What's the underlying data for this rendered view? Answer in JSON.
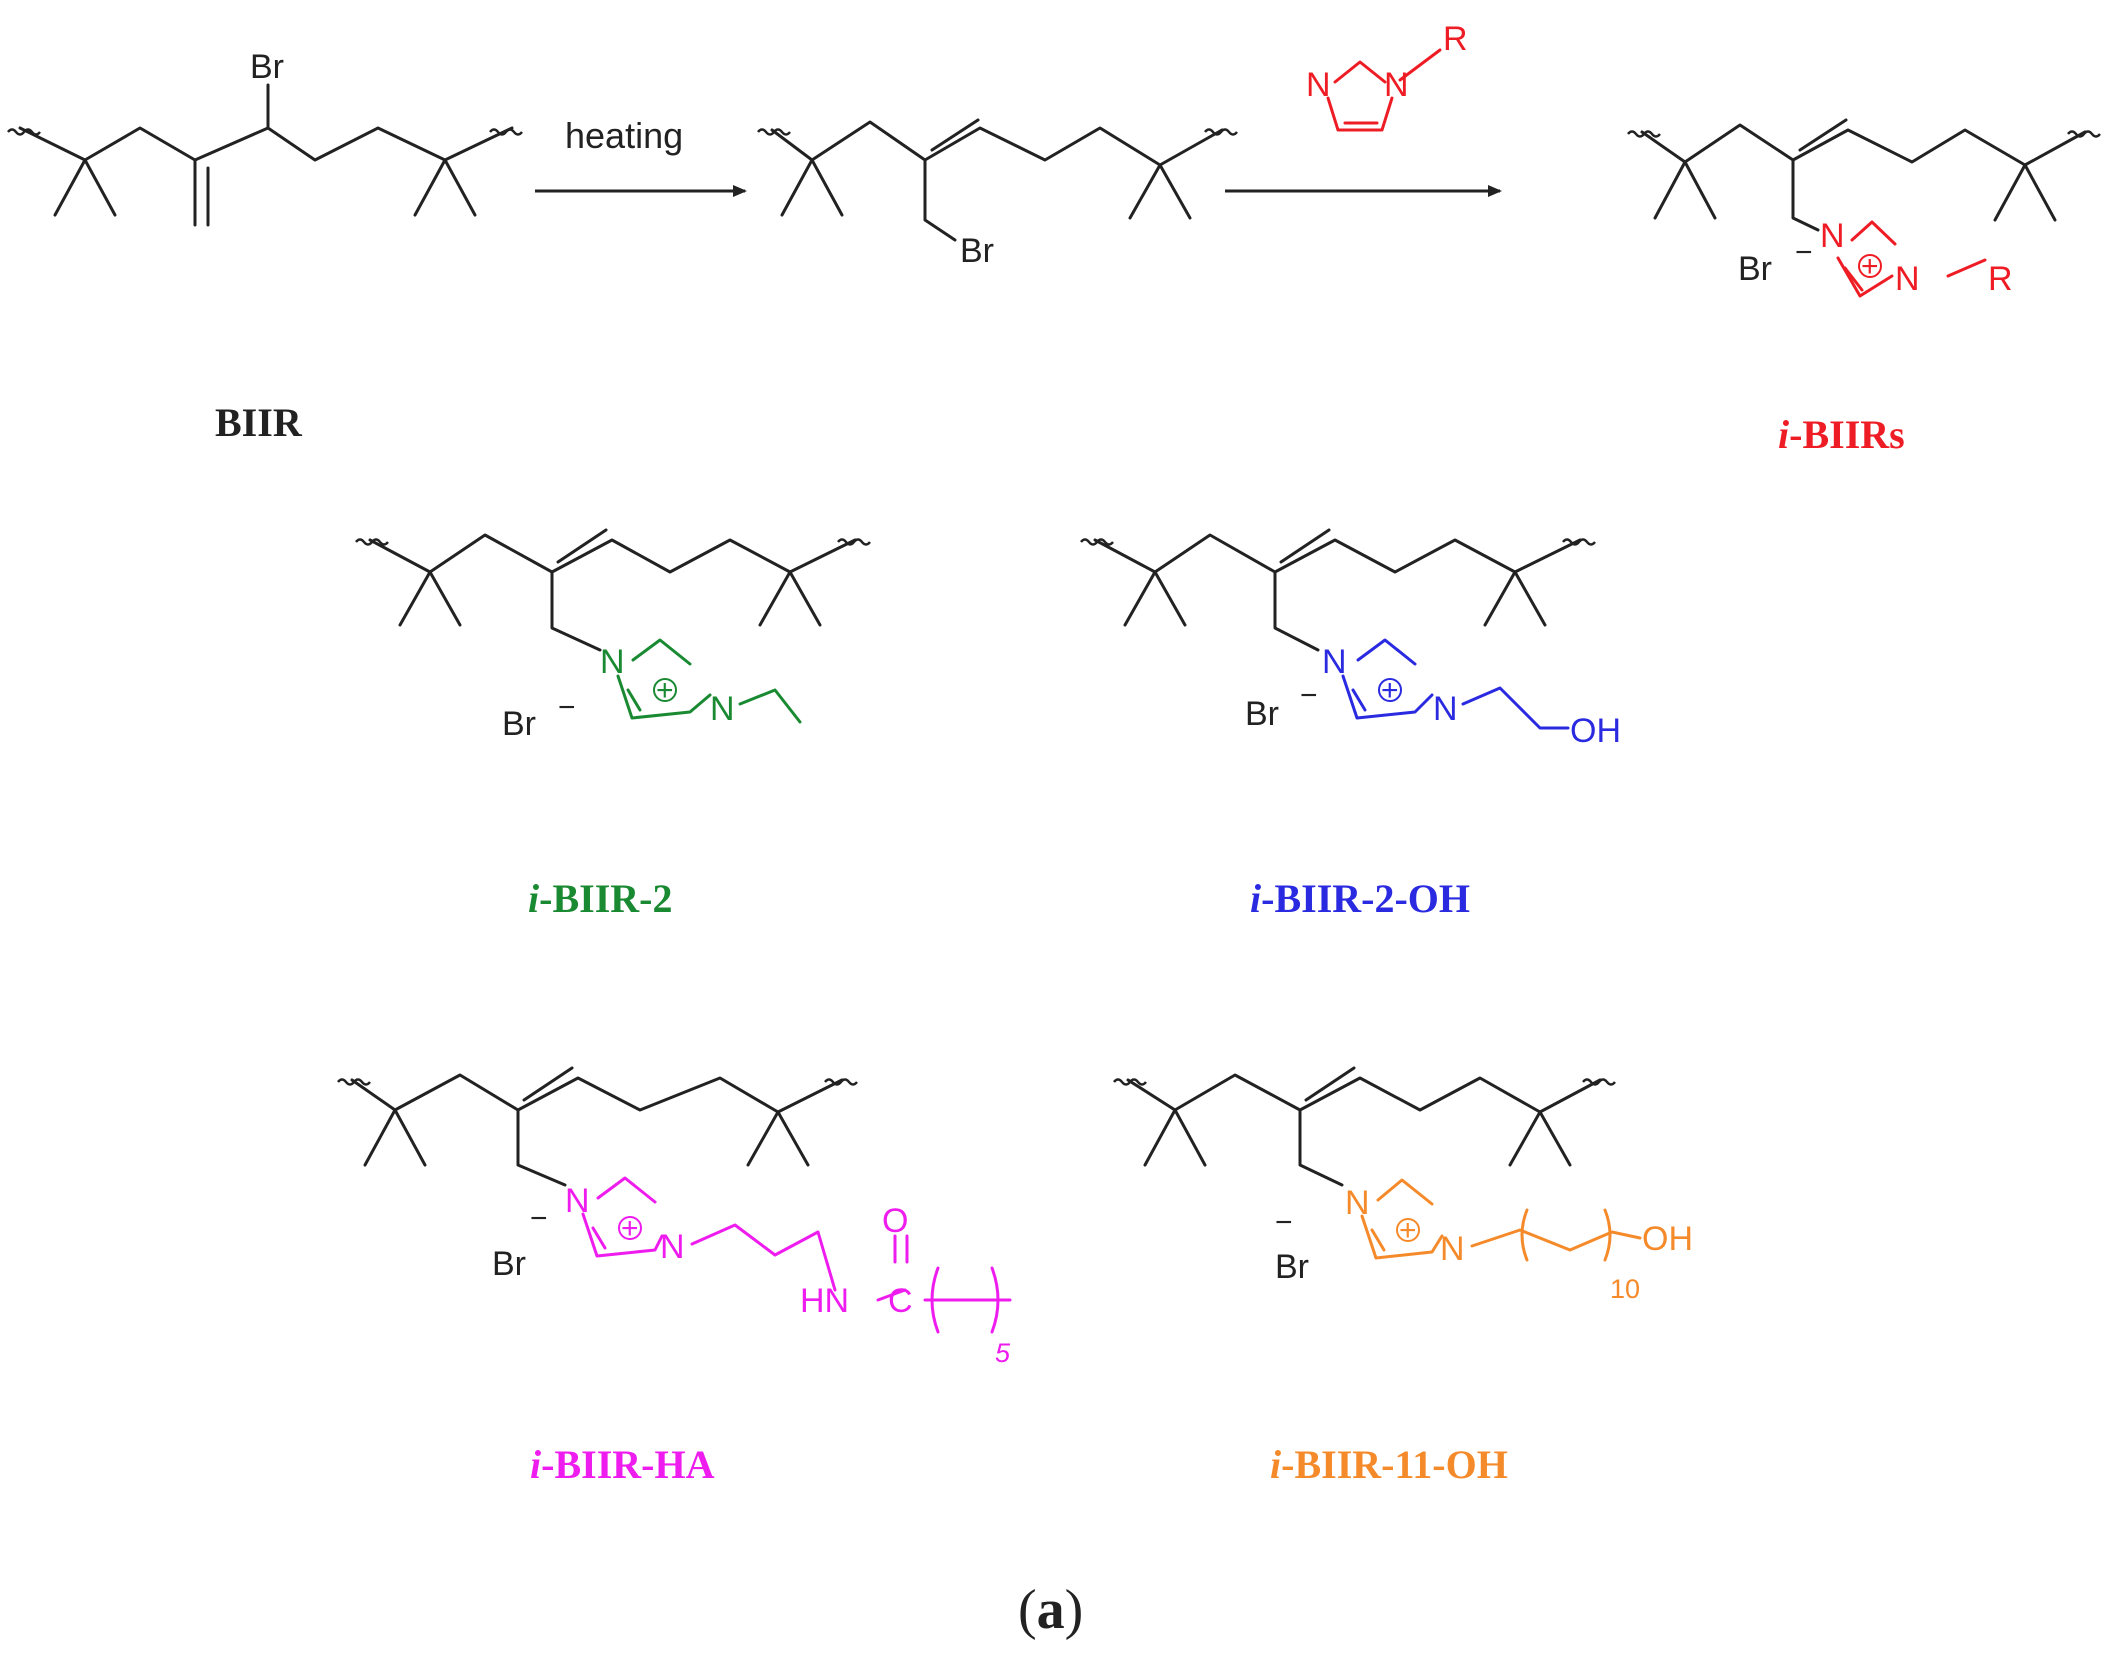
{
  "colors": {
    "black": "#222222",
    "red": "#ee1c24",
    "green": "#1a8a32",
    "blue": "#2a2ae0",
    "magenta": "#ee1cee",
    "orange": "#f58a2a"
  },
  "reaction": {
    "arrow1_label": "heating"
  },
  "atoms": {
    "br": "Br",
    "n": "N",
    "r": "R",
    "oh": "OH",
    "hn": "HN",
    "o": "O",
    "c": "C",
    "minus": "−",
    "plus": "+"
  },
  "labels": {
    "biir": "BIIR",
    "i_biirs": {
      "italic": "i",
      "rest": "-BIIRs"
    },
    "i_biir_2": {
      "italic": "i",
      "rest": "-BIIR-2"
    },
    "i_biir_2_oh": {
      "italic": "i",
      "rest": "-BIIR-2-OH"
    },
    "i_biir_ha": {
      "italic": "i",
      "rest": "-BIIR-HA"
    },
    "i_biir_11_oh": {
      "italic": "i",
      "rest": "-BIIR-11-OH"
    }
  },
  "subscripts": {
    "ha_repeat": "5",
    "oh_repeat": "10"
  },
  "panel_label": {
    "open": "(",
    "letter": "a",
    "close": ")"
  }
}
